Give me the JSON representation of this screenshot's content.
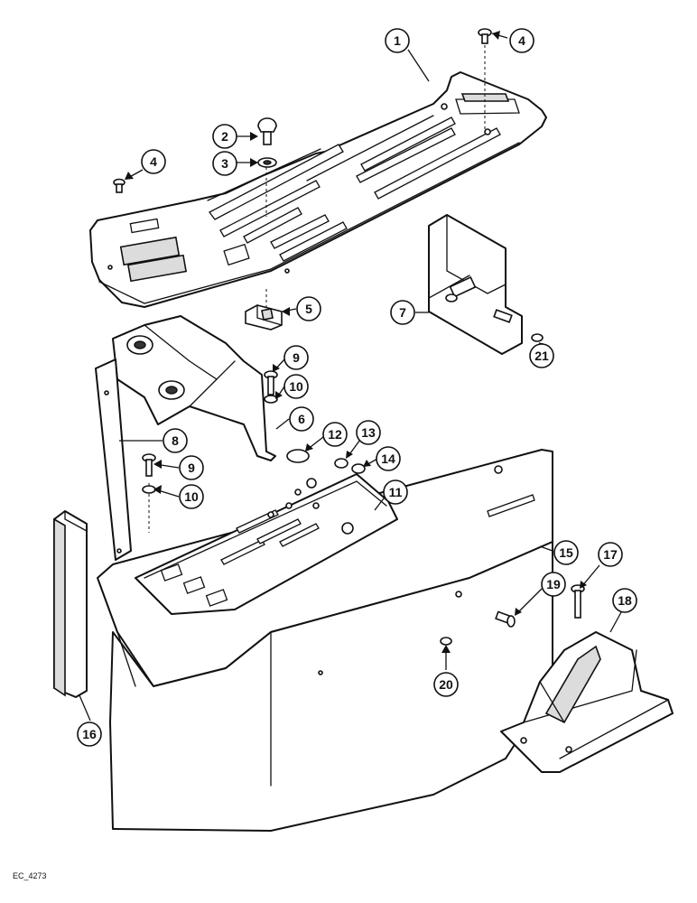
{
  "reference_code": "EC_4273",
  "callouts": [
    "1",
    "2",
    "3",
    "4",
    "4",
    "5",
    "6",
    "7",
    "8",
    "9",
    "9",
    "10",
    "10",
    "11",
    "12",
    "13",
    "14",
    "15",
    "16",
    "17",
    "18",
    "19",
    "20",
    "21"
  ]
}
